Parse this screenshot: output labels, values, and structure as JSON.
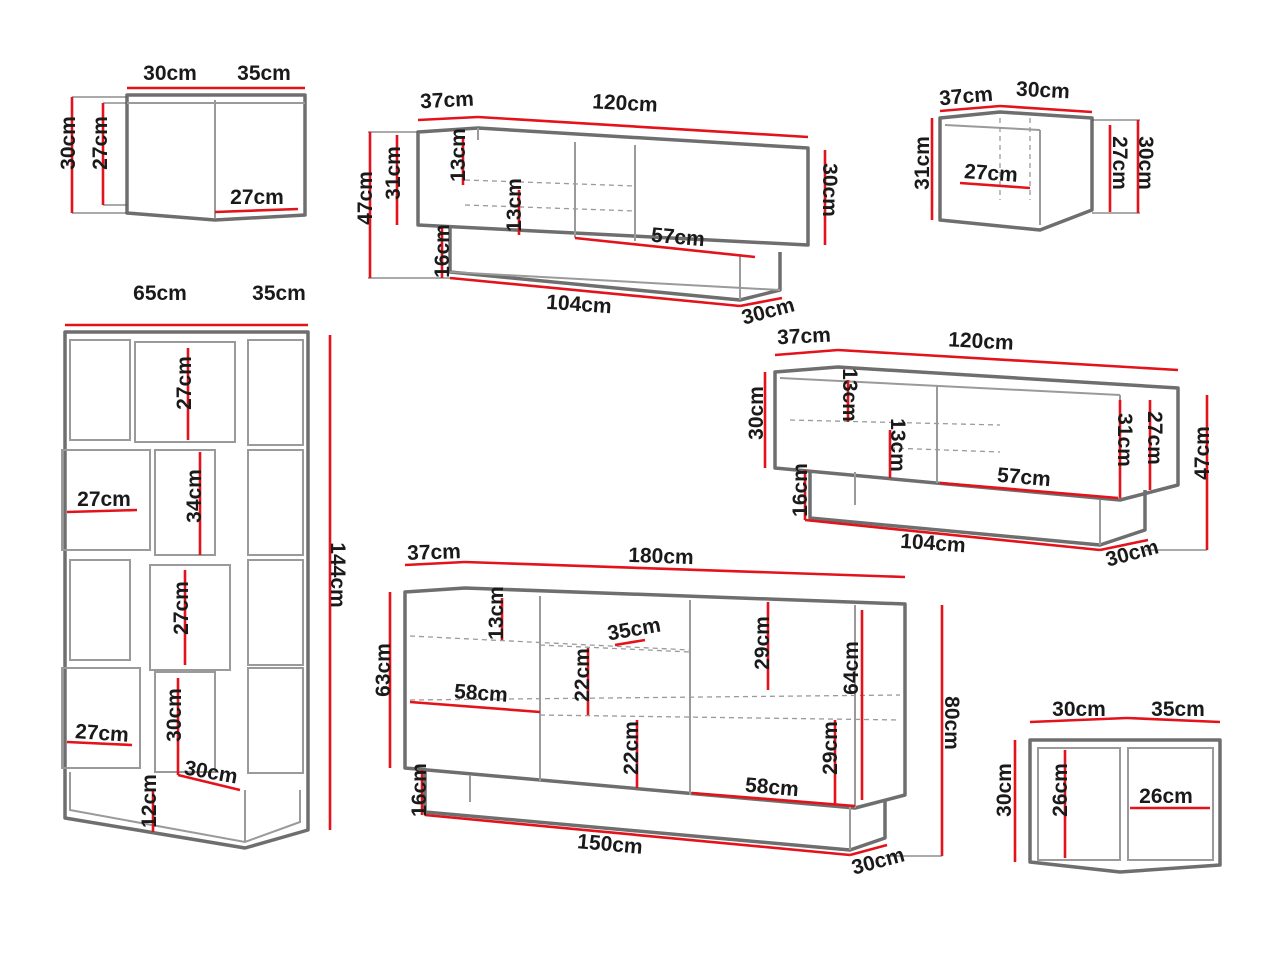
{
  "colors": {
    "dimension": "#e3121b",
    "outline": "#6e6e6e"
  },
  "pieces": [
    {
      "name": "wall-cube-small",
      "labels": [
        "30cm",
        "35cm",
        "30cm",
        "27cm",
        "27cm"
      ]
    },
    {
      "name": "tv-unit-top",
      "labels": [
        "37cm",
        "120cm",
        "47cm",
        "31cm",
        "13cm",
        "13cm",
        "30cm",
        "57cm",
        "16cm",
        "104cm",
        "30cm"
      ]
    },
    {
      "name": "wall-cube-top-right",
      "labels": [
        "37cm",
        "30cm",
        "31cm",
        "27cm",
        "30cm",
        "27cm"
      ]
    },
    {
      "name": "bookcase",
      "labels": [
        "65cm",
        "35cm",
        "144cm",
        "27cm",
        "27cm",
        "34cm",
        "27cm",
        "27cm",
        "30cm",
        "30cm",
        "12cm"
      ]
    },
    {
      "name": "tv-unit-right",
      "labels": [
        "37cm",
        "120cm",
        "30cm",
        "13cm",
        "13cm",
        "31cm",
        "27cm",
        "47cm",
        "57cm",
        "16cm",
        "104cm",
        "30cm"
      ]
    },
    {
      "name": "sideboard",
      "labels": [
        "37cm",
        "180cm",
        "63cm",
        "13cm",
        "35cm",
        "29cm",
        "64cm",
        "80cm",
        "58cm",
        "22cm",
        "22cm",
        "29cm",
        "58cm",
        "16cm",
        "150cm",
        "30cm"
      ]
    },
    {
      "name": "side-table",
      "labels": [
        "30cm",
        "35cm",
        "30cm",
        "26cm",
        "26cm"
      ]
    }
  ]
}
